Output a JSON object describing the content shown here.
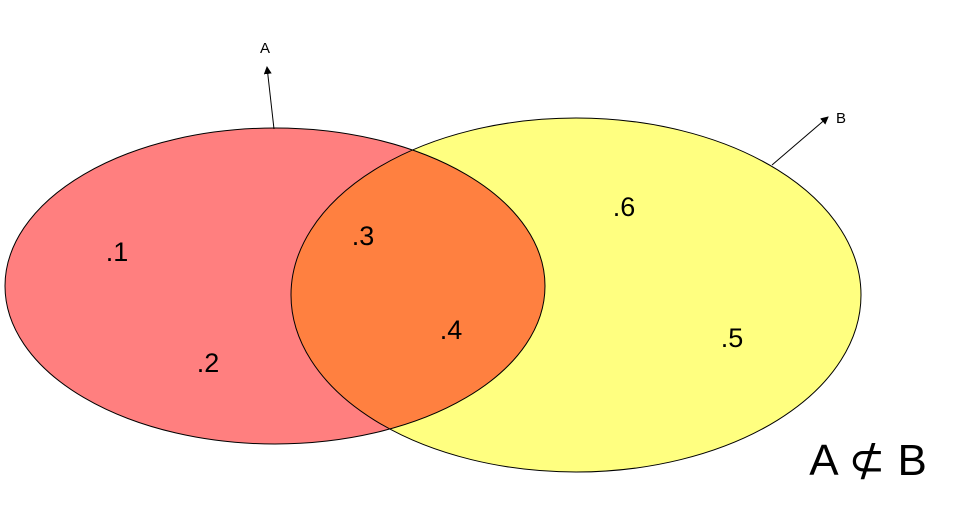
{
  "diagram": {
    "sets": {
      "a": {
        "label": "A",
        "color": "#FF7F7F"
      },
      "b": {
        "label": "B",
        "color": "#FFFF80"
      }
    },
    "intersection_color": "#FF8040",
    "outline_color": "#000000",
    "elements": {
      "e1": ".1",
      "e2": ".2",
      "e3": ".3",
      "e4": ".4",
      "e5": ".5",
      "e6": ".6"
    },
    "relation": "A ⊄ B"
  }
}
